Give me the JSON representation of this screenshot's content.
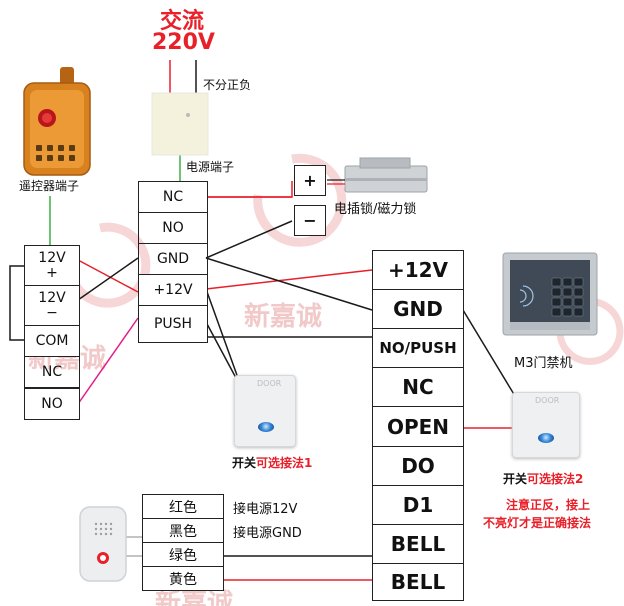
{
  "title": {
    "line1": "交流",
    "line2": "220V"
  },
  "power_note": "不分正负",
  "power_terminal_label": "电源端子",
  "remote_label": "遥控器端子",
  "lock_label": "电插锁/磁力锁",
  "lock_terminals": {
    "plus": "+",
    "minus": "−"
  },
  "remote_terminals": [
    {
      "id": "12v_plus",
      "line1": "12V",
      "line2": "+"
    },
    {
      "id": "12v_minus",
      "line1": "12V",
      "line2": "−"
    },
    {
      "id": "com",
      "line1": "COM",
      "line2": ""
    },
    {
      "id": "nc",
      "line1": "NC",
      "line2": ""
    },
    {
      "id": "no",
      "line1": "NO",
      "line2": ""
    }
  ],
  "power_terminals": [
    "NC",
    "NO",
    "GND",
    "+12V",
    "PUSH"
  ],
  "controller_terminals": [
    "+12V",
    "GND",
    "NO/PUSH",
    "NC",
    "OPEN",
    "DO",
    "D1",
    "BELL",
    "BELL"
  ],
  "controller_label": "M3门禁机",
  "keypad_keys": [
    "1",
    "2",
    "3",
    "4",
    "5",
    "6",
    "7",
    "8",
    "9",
    "*",
    "0",
    "#"
  ],
  "switch1": {
    "label_black": "开关",
    "label_red": "可选接法1",
    "door_text": "DOOR"
  },
  "switch2": {
    "label_black": "开关",
    "label_red": "可选接法2",
    "door_text": "DOOR"
  },
  "switch2_note": [
    "注意正反，接上",
    "不亮灯才是正确接法"
  ],
  "bell_wires": [
    {
      "color_name": "红色",
      "desc": "接电源12V"
    },
    {
      "color_name": "黑色",
      "desc": "接电源GND"
    },
    {
      "color_name": "绿色",
      "desc": ""
    },
    {
      "color_name": "黄色",
      "desc": ""
    }
  ],
  "watermark": "新嘉诚",
  "colors": {
    "red_wire": "#e8202a",
    "black_wire": "#1a1a1a",
    "green_wire": "#3cb043",
    "magenta_wire": "#e0208a",
    "accent_red": "#e8202a"
  }
}
